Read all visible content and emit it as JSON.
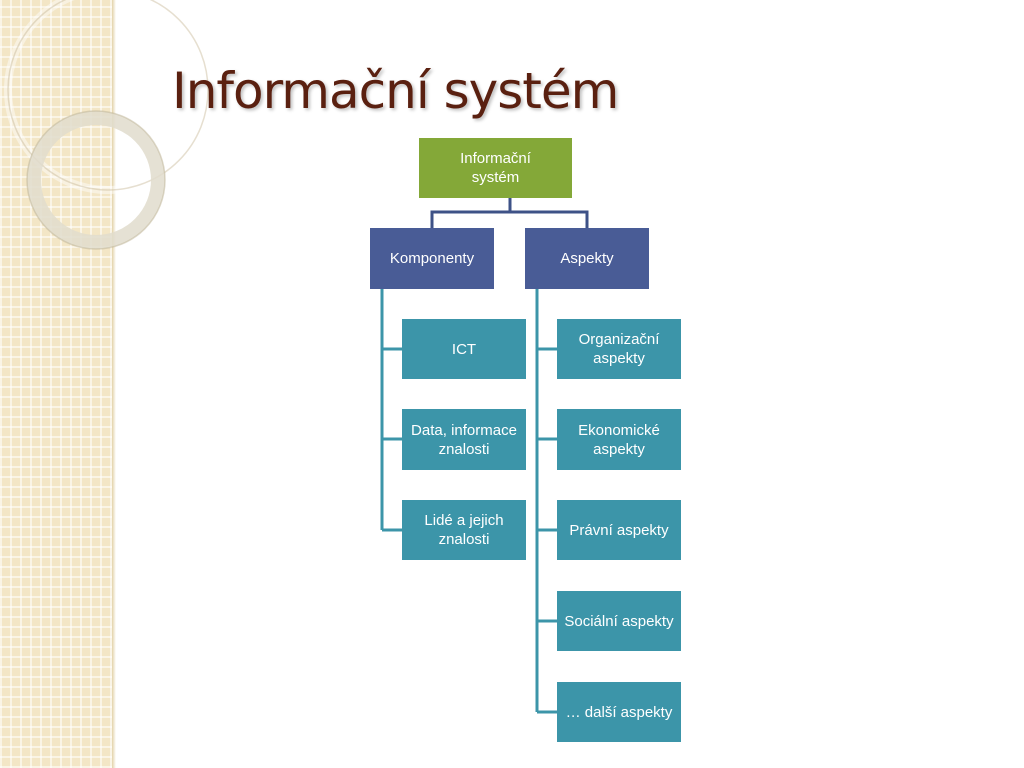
{
  "slide": {
    "title": "Informační systém"
  },
  "diagram": {
    "root": {
      "label": "Informační\nsystém"
    },
    "groups": [
      {
        "label": "Komponenty",
        "children": [
          "ICT",
          "Data, informace\nznalosti",
          "Lidé a jejich\nznalosti"
        ]
      },
      {
        "label": "Aspekty",
        "children": [
          "Organizační\naspekty",
          "Ekonomické\naspekty",
          "Právní aspekty",
          "Sociální aspekty",
          "… další aspekty"
        ]
      }
    ]
  },
  "colors": {
    "title_text": "#5a2010",
    "root_fill": "#84a838",
    "group_fill": "#495c96",
    "leaf_fill": "#3c95a9",
    "connector_top": "#3e5287",
    "connector_branch": "#3c95a9",
    "sidebar_fill": "#f3e6c6"
  }
}
